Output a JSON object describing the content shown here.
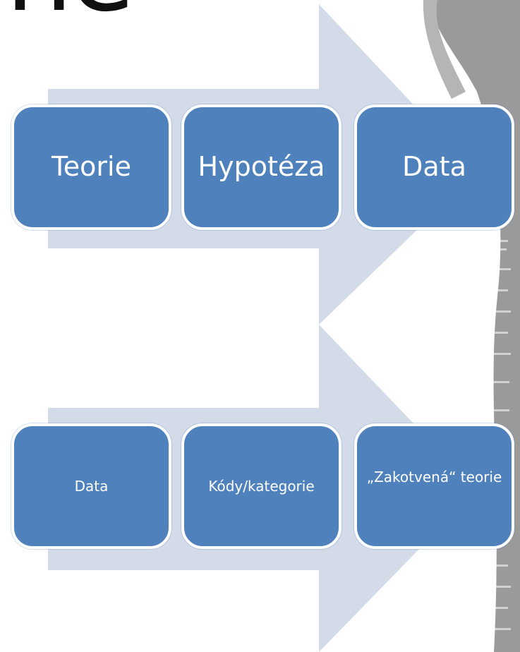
{
  "slide": {
    "title_fragment": "ne"
  },
  "diagram_top": {
    "boxes": [
      {
        "label": "Teorie"
      },
      {
        "label": "Hypotéza"
      },
      {
        "label": "Data"
      }
    ]
  },
  "diagram_bottom": {
    "boxes": [
      {
        "label": "Data"
      },
      {
        "label": "Kódy/kategorie"
      },
      {
        "label": "„Zakotvená“ teorie"
      }
    ]
  },
  "colors": {
    "box_fill": "#4f81bd",
    "box_border": "#ffffff",
    "box_text": "#ffffff",
    "arrow_fill": "#d3dae8",
    "photo_strip": "#9a9a9a"
  }
}
